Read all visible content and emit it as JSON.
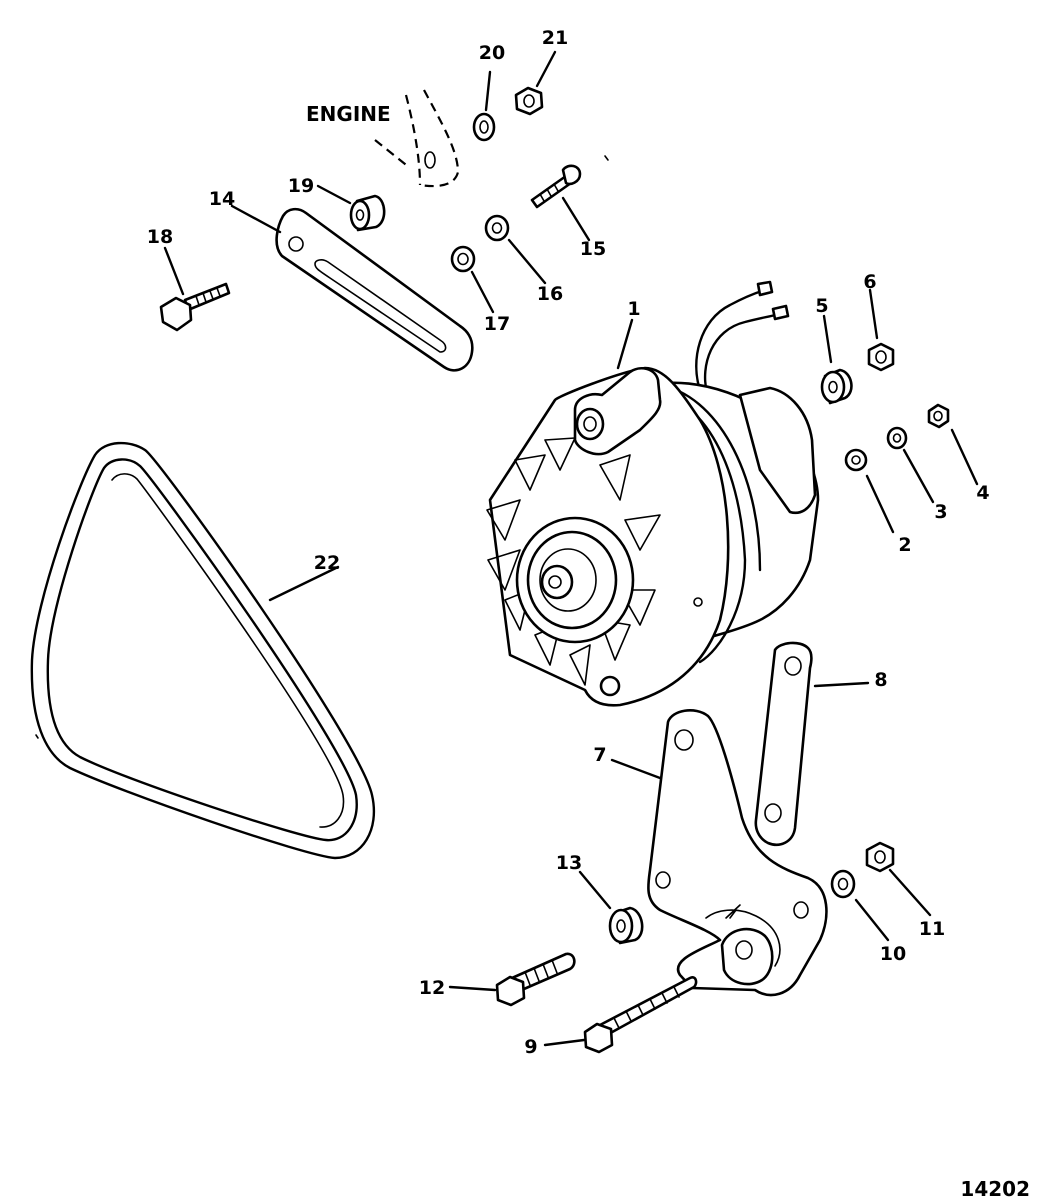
{
  "labels": {
    "engine": "ENGINE",
    "p1": "1",
    "p2": "2",
    "p3": "3",
    "p4": "4",
    "p5": "5",
    "p6": "6",
    "p7": "7",
    "p8": "8",
    "p9": "9",
    "p10": "10",
    "p11": "11",
    "p12": "12",
    "p13": "13",
    "p14": "14",
    "p15": "15",
    "p16": "16",
    "p17": "17",
    "p18": "18",
    "p19": "19",
    "p20": "20",
    "p21": "21",
    "p22": "22"
  },
  "figure_number": "14202"
}
